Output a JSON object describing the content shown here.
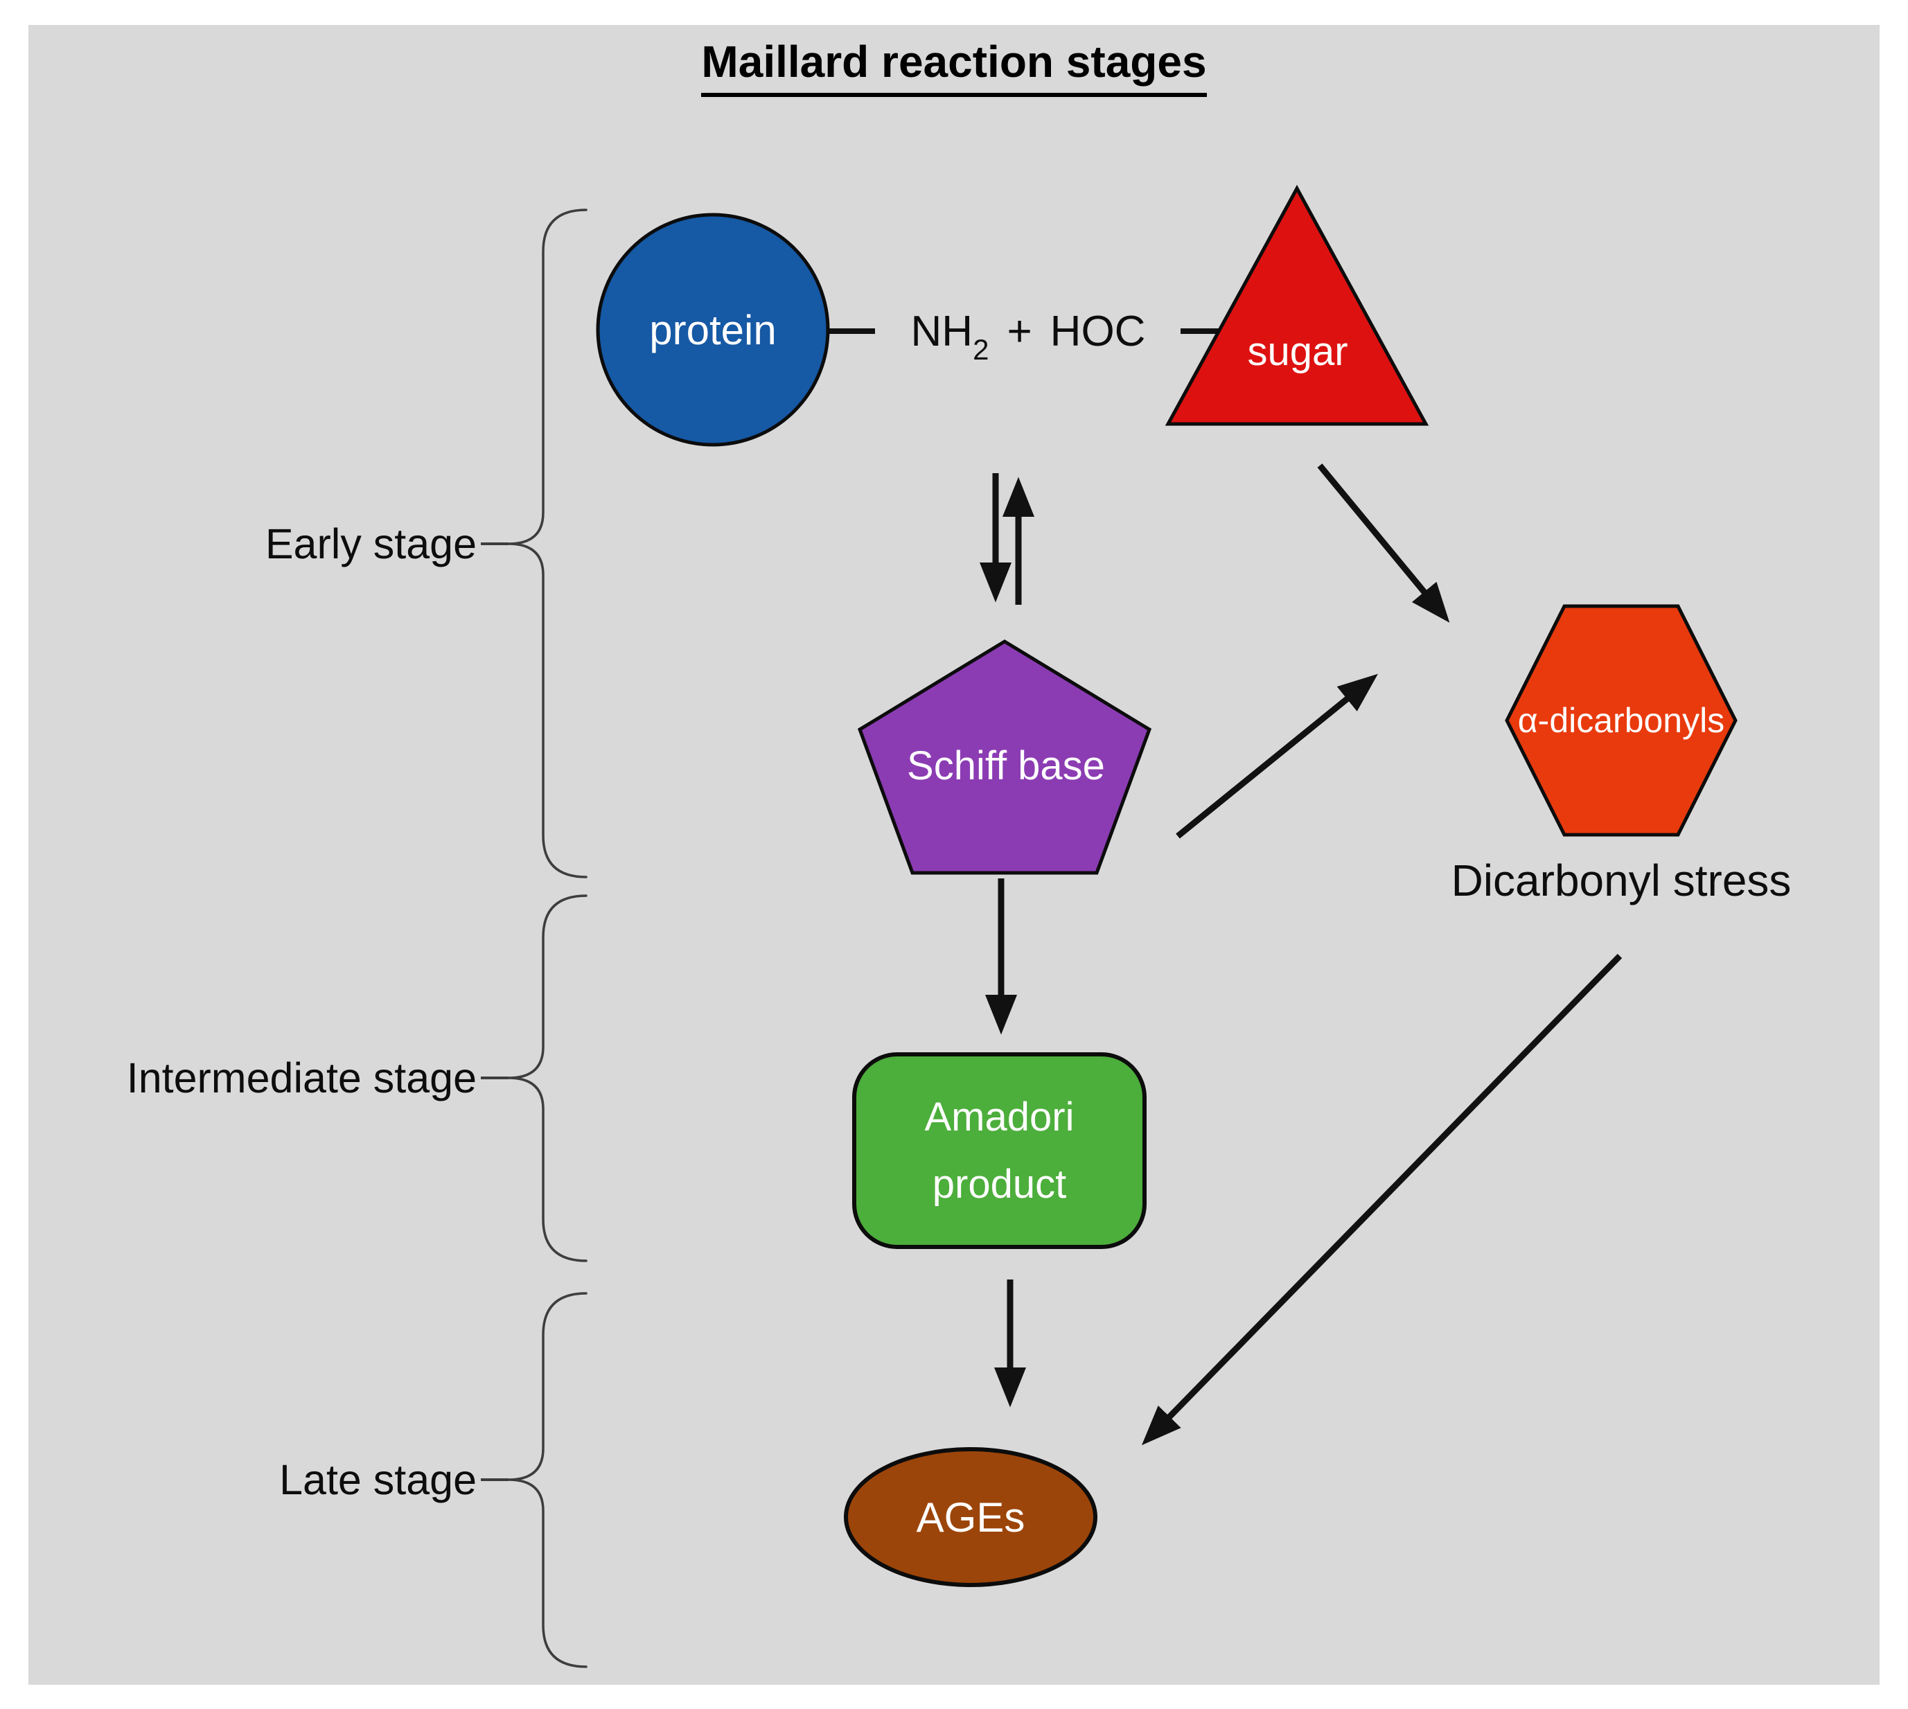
{
  "title": "Maillard reaction stages",
  "stages": [
    {
      "label": "Early stage"
    },
    {
      "label": "Intermediate stage"
    },
    {
      "label": "Late stage"
    }
  ],
  "reaction": {
    "amine_base": "NH",
    "amine_subscript": "2",
    "plus_sign": "+",
    "carbonyl": "HOC"
  },
  "nodes": {
    "protein": {
      "label": "protein",
      "color": "#1659a5"
    },
    "sugar": {
      "label": "sugar",
      "color": "#de1111"
    },
    "schiff_base": {
      "label": "Schiff base",
      "color": "#8b3cb3"
    },
    "alpha_dicarbonyls": {
      "label": "α-dicarbonyls",
      "color": "#e93a0d"
    },
    "amadori_product": {
      "label_line1": "Amadori",
      "label_line2": "product",
      "color": "#4cae3b"
    },
    "ages": {
      "label": "AGEs",
      "color": "#9c450a"
    }
  },
  "captions": {
    "dicarbonyl_stress": "Dicarbonyl stress"
  },
  "colors": {
    "background": "#d9d9d9",
    "page": "#ffffff",
    "line": "#111111",
    "brace": "#3d3d3d"
  }
}
